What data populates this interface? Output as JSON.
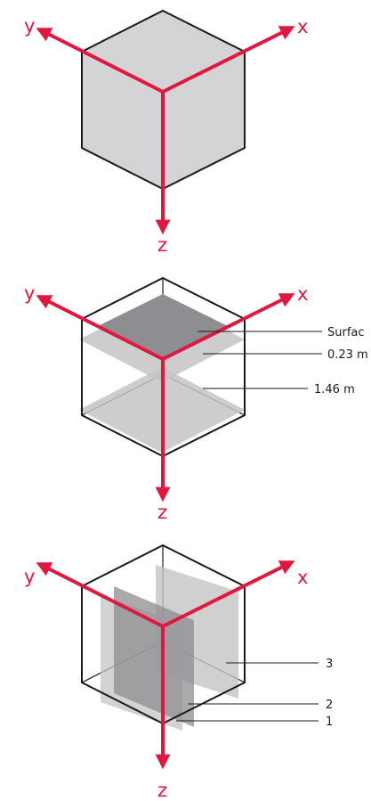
{
  "colors": {
    "axis": "#e0183f",
    "cube_face": "#d4d4d6",
    "outline": "#1a1a1a",
    "plane_light": "#c4c4c6",
    "plane_dark": "#8e8e92"
  },
  "panels": [
    {
      "axis_labels": {
        "x": "x",
        "y": "y",
        "z": "z"
      }
    },
    {
      "axis_labels": {
        "x": "x",
        "y": "y",
        "z": "z"
      },
      "annotations": [
        "Surfac",
        "0.23  m",
        "1.46  m"
      ]
    },
    {
      "axis_labels": {
        "x": "x",
        "y": "y",
        "z": "z"
      },
      "annotations": [
        "3",
        "2",
        "1"
      ]
    }
  ]
}
